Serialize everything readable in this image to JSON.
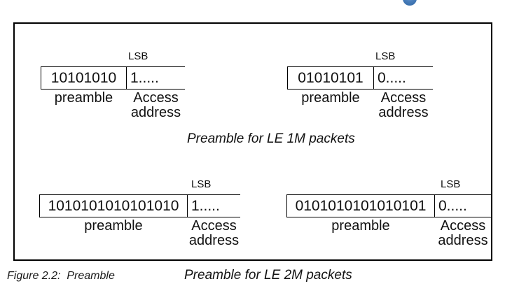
{
  "colors": {
    "icon_blue": "#3d76b5",
    "border": "#000000",
    "background": "#ffffff"
  },
  "icon": {
    "name": "info-icon"
  },
  "packets": {
    "p1": {
      "lsb": "LSB",
      "preamble_bits": "10101010",
      "access_bits": "1.....",
      "preamble_label": "preamble",
      "access_label_line1": "Access",
      "access_label_line2": "address"
    },
    "p2": {
      "lsb": "LSB",
      "preamble_bits": "01010101",
      "access_bits": "0.....",
      "preamble_label": "preamble",
      "access_label_line1": "Access",
      "access_label_line2": "address"
    },
    "p3": {
      "lsb": "LSB",
      "preamble_bits": "1010101010101010",
      "access_bits": "1.....",
      "preamble_label": "preamble",
      "access_label_line1": "Access",
      "access_label_line2": "address"
    },
    "p4": {
      "lsb": "LSB",
      "preamble_bits": "0101010101010101",
      "access_bits": "0.....",
      "preamble_label": "preamble",
      "access_label_line1": "Access",
      "access_label_line2": "address"
    }
  },
  "captions": {
    "le1m": "Preamble for LE 1M packets",
    "le2m": "Preamble for LE 2M packets"
  },
  "figure": {
    "caption": "Figure 2.2:  Preamble"
  }
}
